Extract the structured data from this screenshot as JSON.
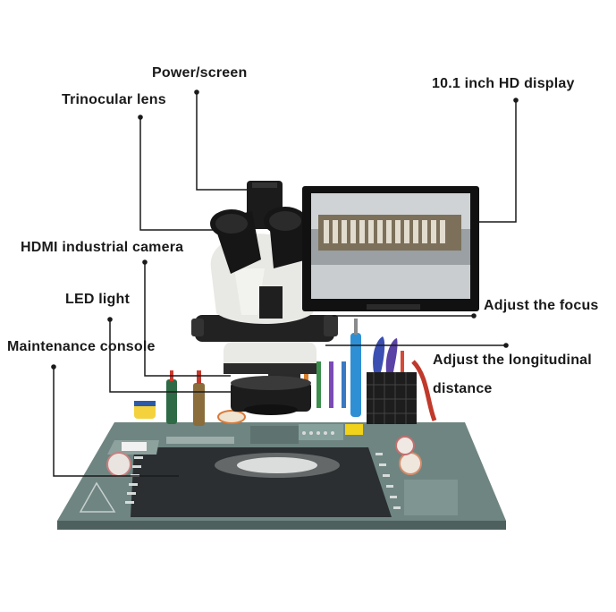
{
  "labels": {
    "power_screen": "Power/screen",
    "trinocular_lens": "Trinocular lens",
    "hd_display": "10.1 inch HD display",
    "hdmi_camera": "HDMI industrial camera",
    "led_light": "LED light",
    "maintenance_console": "Maintenance console",
    "adjust_focus": "Adjust the focus",
    "adjust_longitudinal": "Adjust the longitudinal",
    "distance": "distance"
  }
}
